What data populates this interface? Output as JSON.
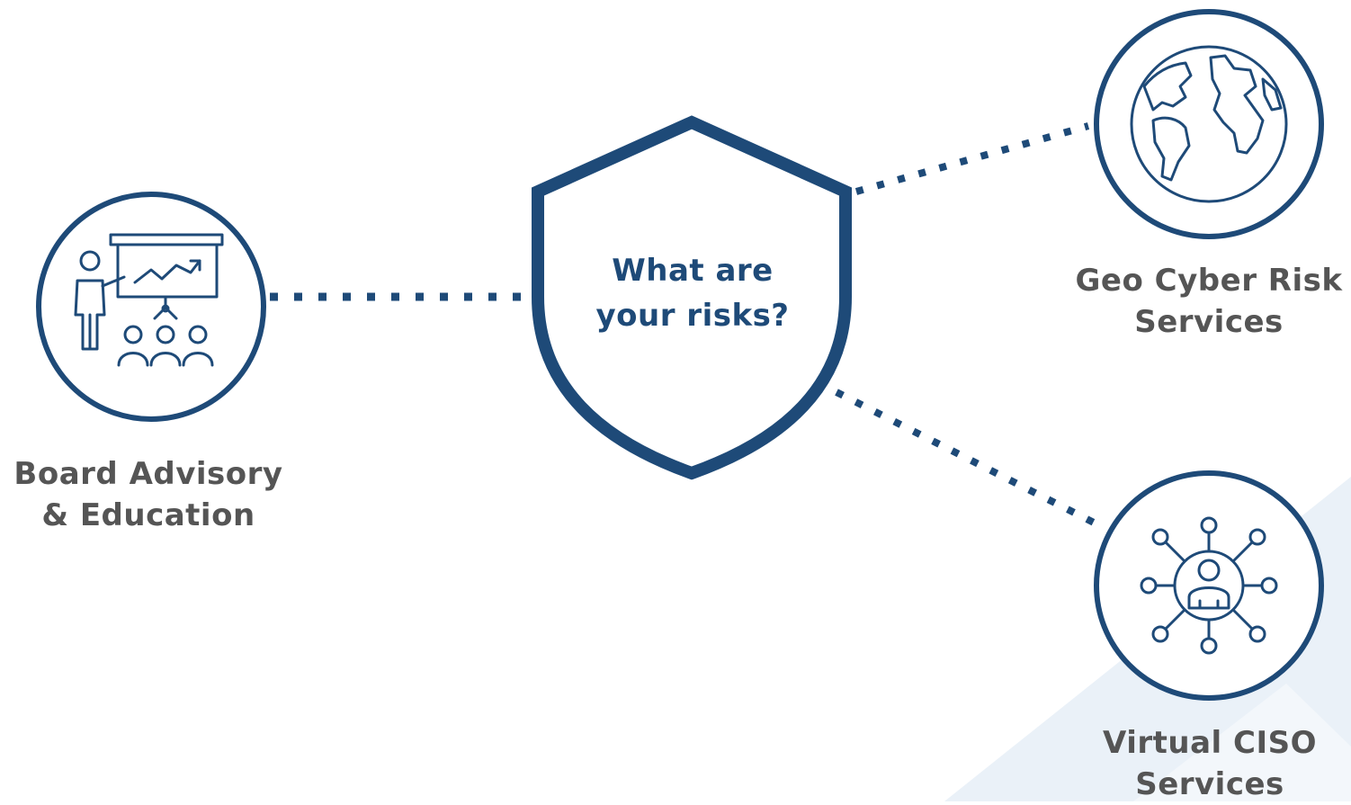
{
  "colors": {
    "navy": "#1e4a78",
    "label_gray": "#555555",
    "background_accent": "#e6eef7"
  },
  "center": {
    "line1": "What are",
    "line2": "your risks?"
  },
  "nodes": {
    "board": {
      "line1": "Board Advisory",
      "line2": "& Education",
      "icon": "presentation-icon"
    },
    "geo": {
      "line1": "Geo Cyber Risk",
      "line2": "Services",
      "icon": "globe-icon"
    },
    "ciso": {
      "line1": "Virtual CISO",
      "line2": "Services",
      "icon": "network-person-icon"
    }
  }
}
